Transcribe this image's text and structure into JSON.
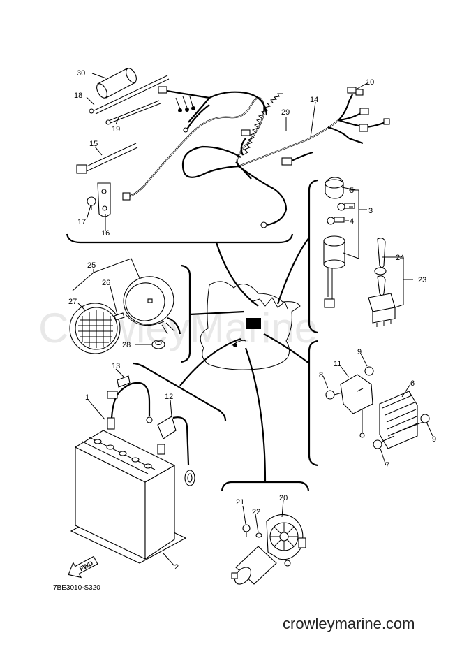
{
  "diagram": {
    "drawing_code": "7BE3010-S320",
    "watermark": "CrowleyMarine",
    "site_url": "crowleymarine.com",
    "fwd_label": "FWD",
    "callouts": [
      "1",
      "2",
      "3",
      "4",
      "5",
      "6",
      "7",
      "8",
      "9",
      "9",
      "10",
      "11",
      "12",
      "13",
      "14",
      "15",
      "16",
      "17",
      "18",
      "19",
      "20",
      "21",
      "22",
      "23",
      "24",
      "25",
      "26",
      "27",
      "28",
      "29",
      "30"
    ]
  }
}
